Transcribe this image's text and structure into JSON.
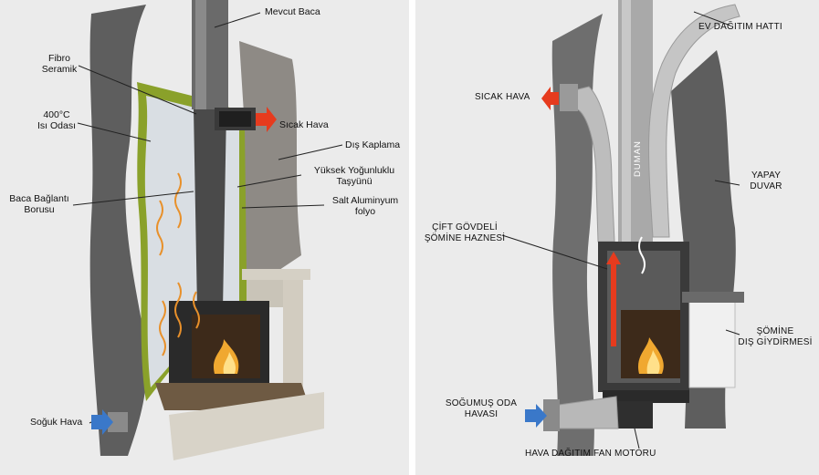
{
  "left_panel": {
    "labels": {
      "chimney": "Mevcut Baca",
      "fiber_ceramic_1": "Fibro",
      "fiber_ceramic_2": "Seramik",
      "heat_chamber_1": "400°C",
      "heat_chamber_2": "Isı Odası",
      "hot_air": "Sıcak Hava",
      "outer_cladding": "Dış Kaplama",
      "high_density_1": "Yüksek Yoğunluklu",
      "high_density_2": "Taşyünü",
      "flue_pipe_1": "Baca Bağlantı",
      "flue_pipe_2": "Borusu",
      "aluminum_1": "Salt Aluminyum",
      "aluminum_2": "folyo",
      "cold_air": "Soğuk Hava"
    }
  },
  "right_panel": {
    "labels": {
      "distribution_line": "EV DAĞITIM HATTI",
      "hot_air": "SICAK HAVA",
      "smoke": "DUMAN",
      "artificial_wall_1": "YAPAY",
      "artificial_wall_2": "DUVAR",
      "double_body_1": "ÇİFT GÖVDELİ",
      "double_body_2": "ŞÖMİNE HAZNESİ",
      "outer_dress_1": "ŞÖMİNE",
      "outer_dress_2": "DIŞ GİYDİRMESİ",
      "cooled_air_1": "SOĞUMUŞ ODA",
      "cooled_air_2": "HAVASI",
      "fan_motor": "HAVA DAĞITIM FAN MOTORU"
    }
  },
  "colors": {
    "hot_arrow": "#e63b1e",
    "cold_arrow": "#3a78c9",
    "insulation_green": "#8aa12a",
    "wall": "#5a5a5a",
    "flame": "#f0a830"
  }
}
